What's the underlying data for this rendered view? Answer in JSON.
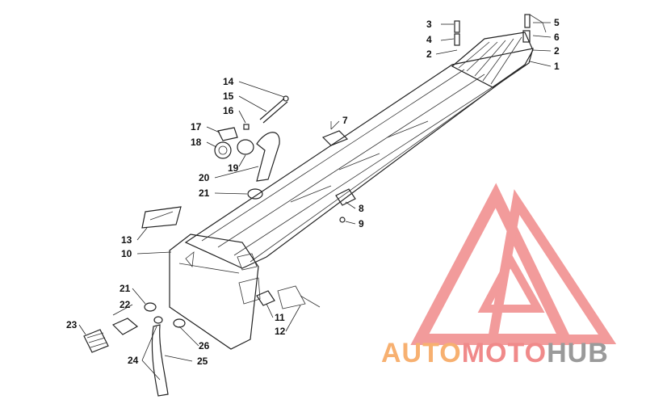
{
  "colors": {
    "line": "#222222",
    "watermark_red": "#f08a8a",
    "watermark_orange": "#f7b070",
    "watermark_gray": "#9a9a9a"
  },
  "watermark": {
    "auto": "AUTO",
    "moto": "MOTO",
    "hub": "HUB"
  },
  "callouts": [
    {
      "id": "c3a",
      "label": "3"
    },
    {
      "id": "c4",
      "label": "4"
    },
    {
      "id": "c2a",
      "label": "2"
    },
    {
      "id": "c5",
      "label": "5"
    },
    {
      "id": "c6",
      "label": "6"
    },
    {
      "id": "c2b",
      "label": "2"
    },
    {
      "id": "c1",
      "label": "1"
    },
    {
      "id": "c7",
      "label": "7"
    },
    {
      "id": "c14",
      "label": "14"
    },
    {
      "id": "c15",
      "label": "15"
    },
    {
      "id": "c16",
      "label": "16"
    },
    {
      "id": "c17",
      "label": "17"
    },
    {
      "id": "c18",
      "label": "18"
    },
    {
      "id": "c19",
      "label": "19"
    },
    {
      "id": "c20",
      "label": "20"
    },
    {
      "id": "c21a",
      "label": "21"
    },
    {
      "id": "c8",
      "label": "8"
    },
    {
      "id": "c9",
      "label": "9"
    },
    {
      "id": "c13",
      "label": "13"
    },
    {
      "id": "c10",
      "label": "10"
    },
    {
      "id": "c21b",
      "label": "21"
    },
    {
      "id": "c22",
      "label": "22"
    },
    {
      "id": "c23",
      "label": "23"
    },
    {
      "id": "c11",
      "label": "11"
    },
    {
      "id": "c12",
      "label": "12"
    },
    {
      "id": "c26",
      "label": "26"
    },
    {
      "id": "c24",
      "label": "24"
    },
    {
      "id": "c25",
      "label": "25"
    }
  ]
}
